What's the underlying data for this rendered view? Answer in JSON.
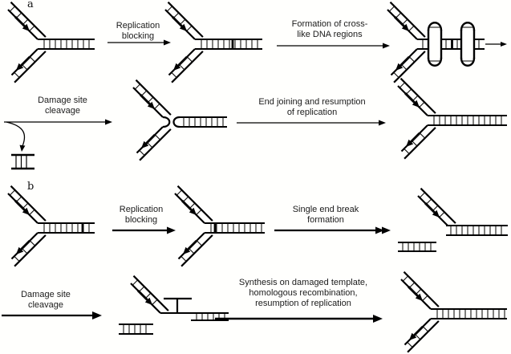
{
  "figure": {
    "panel_a": {
      "label": "a",
      "steps": [
        {
          "line1": "Replication",
          "line2": "blocking"
        },
        {
          "line1": "Formation of cross-",
          "line2": "like DNA regions"
        },
        {
          "line1": "Damage site",
          "line2": "cleavage"
        },
        {
          "line1": "End joining and resumption",
          "line2": "of replication"
        }
      ]
    },
    "panel_b": {
      "label": "b",
      "steps": [
        {
          "line1": "Replication",
          "line2": "blocking"
        },
        {
          "line1": "Single end break",
          "line2": "formation"
        },
        {
          "line1": "Damage site",
          "line2": "cleavage"
        },
        {
          "line1": "Synthesis on damaged template,",
          "line2": "homologous recombination,",
          "line3": "resumption of replication"
        }
      ]
    },
    "colors": {
      "stroke": "#000000",
      "background": "#fffffd",
      "text": "#1b1b1b"
    }
  }
}
